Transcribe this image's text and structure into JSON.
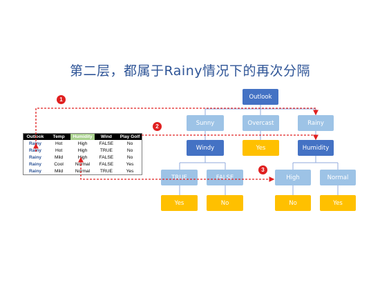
{
  "title": "第二层，都属于Rainy情况下的再次分隔",
  "tree": {
    "root": "Outlook",
    "level1": [
      "Sunny",
      "Overcast",
      "Rainy"
    ],
    "level2": [
      "Windy",
      "Yes",
      "Humidity"
    ],
    "level3": [
      "TRUE",
      "FALSE",
      "High",
      "Normal"
    ],
    "level4": [
      "Yes",
      "No",
      "No",
      "Yes"
    ]
  },
  "table": {
    "headers": [
      "Outlook",
      "Temp",
      "Humidity",
      "Wind",
      "Play Golf"
    ],
    "rows": [
      [
        "Rainy",
        "Hot",
        "High",
        "FALSE",
        "No"
      ],
      [
        "Rainy",
        "Hot",
        "High",
        "TRUE",
        "No"
      ],
      [
        "Rainy",
        "Mild",
        "High",
        "FALSE",
        "No"
      ],
      [
        "Rainy",
        "Cool",
        "Normal",
        "FALSE",
        "Yes"
      ],
      [
        "Rainy",
        "Mild",
        "Normal",
        "TRUE",
        "Yes"
      ]
    ]
  },
  "markers": [
    "1",
    "2",
    "3"
  ],
  "colors": {
    "title": "#2f5597",
    "dark_node": "#4472c4",
    "light_node": "#9dc3e6",
    "leaf_node": "#ffc000",
    "arrow": "#e02020",
    "connector": "#7f9fcf"
  }
}
